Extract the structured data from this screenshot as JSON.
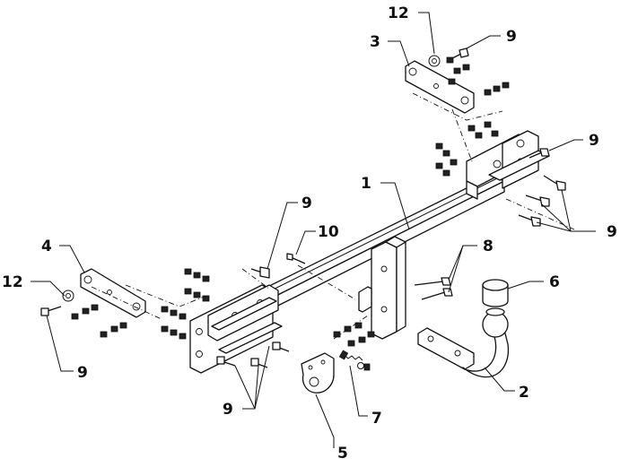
{
  "callouts": {
    "c1": "1",
    "c2": "2",
    "c3": "3",
    "c4": "4",
    "c5": "5",
    "c6": "6",
    "c7": "7",
    "c8": "8",
    "c9_top": "9",
    "c9_right_upper": "9",
    "c9_right_lower": "9",
    "c9_center": "9",
    "c9_left": "9",
    "c9_bottom": "9",
    "c10": "10",
    "c12_top": "12",
    "c12_left": "12"
  }
}
